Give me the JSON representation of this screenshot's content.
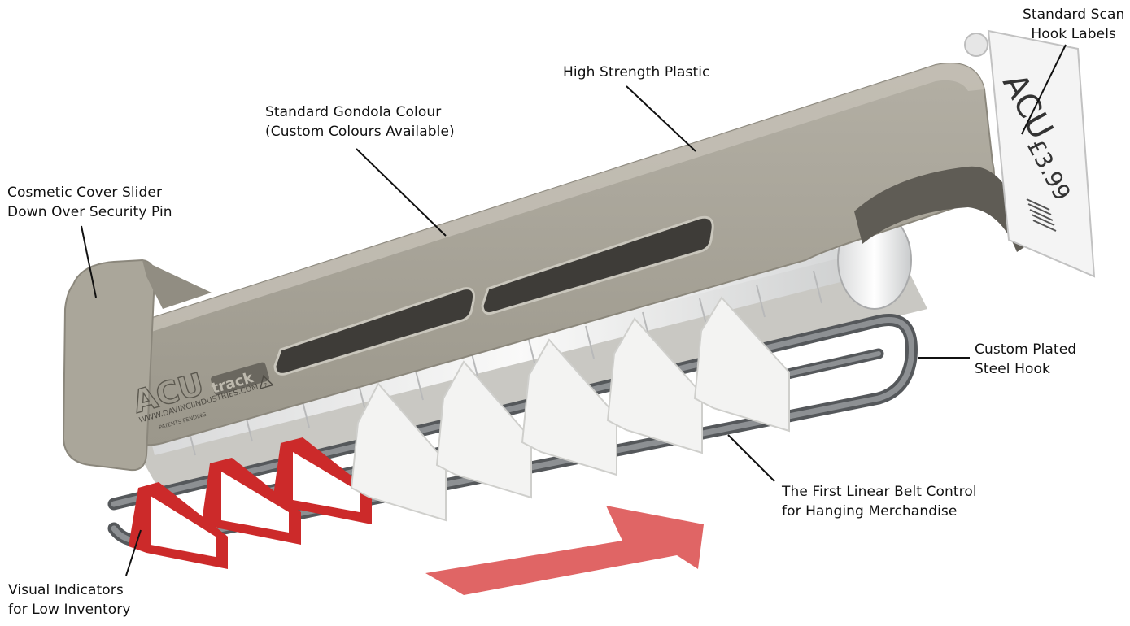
{
  "labels": {
    "scan_hook": {
      "line1": "Standard Scan",
      "line2": "Hook Labels"
    },
    "plastic": {
      "line1": "High Strength Plastic"
    },
    "gondola": {
      "line1": "Standard Gondola Colour",
      "line2": "(Custom Colours Available)"
    },
    "cosmetic_cover": {
      "line1": "Cosmetic Cover Slider",
      "line2": "Down Over Security Pin"
    },
    "steel_hook": {
      "line1": "Custom Plated",
      "line2": "Steel Hook"
    },
    "linear_belt": {
      "line1": "The First Linear Belt Control",
      "line2": "for Hanging Merchandise"
    },
    "visual_indicators": {
      "line1": "Visual Indicators",
      "line2": "for Low Inventory"
    }
  },
  "product": {
    "logo_main": "ACU",
    "logo_sub": "track",
    "website": "WWW.DAVINCIINDUSTRIES.COM",
    "patents": "PATENTS PENDING",
    "recycle_code": "7",
    "tag_text": "ACU",
    "tag_price": "£3.99"
  },
  "colors": {
    "housing": "#a7a397",
    "housing_dark": "#7d796f",
    "indicator_red": "#cc2a2a",
    "arrow": "#e06565",
    "steel": "#6f7275"
  }
}
